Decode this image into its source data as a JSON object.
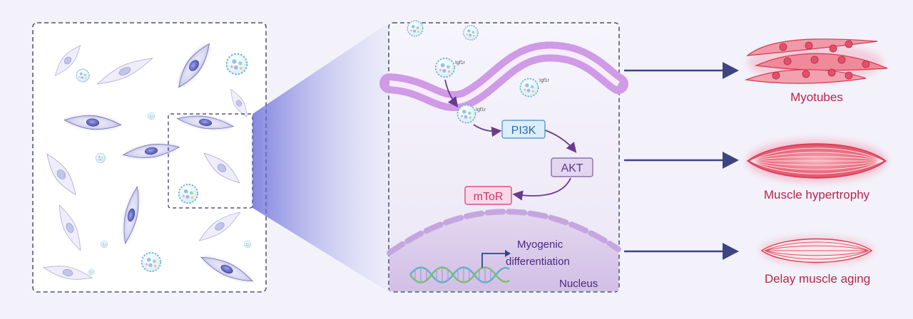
{
  "labels": {
    "igf1r": "Igf1r",
    "pi3k": "PI3K",
    "akt": "AKT",
    "mtor": "mToR",
    "myogenic_line1": "Myogenic",
    "myogenic_line2": "differentiation",
    "nucleus": "Nucleus"
  },
  "outcomes": [
    {
      "label": "Myotubes"
    },
    {
      "label": "Muscle hypertrophy"
    },
    {
      "label": "Delay muscle aging"
    }
  ],
  "colors": {
    "background": "#f3f2fb",
    "panel_border": "#2d3550",
    "arrow": "#3e4480",
    "muscle_red": "#d63a54",
    "muscle_text": "#b8254a",
    "pathway_arrow": "#6a3a8c",
    "pi3k_text": "#2f6aa8",
    "akt_text": "#5a3a8a",
    "mtor_text": "#d6336c",
    "membrane": "#d9a6e8",
    "cell_body": "#c9c7ea",
    "cell_nucleus": "#5a5fc0",
    "exosome": "#7cc4e0"
  },
  "icons": [
    "exosome-icon",
    "cell-icon",
    "dna-icon",
    "myotube-icon",
    "muscle-fiber-icon"
  ]
}
